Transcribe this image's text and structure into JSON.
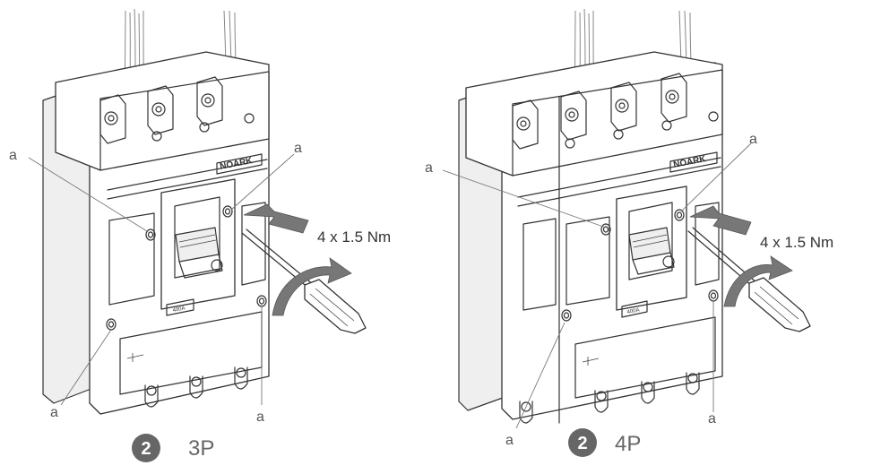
{
  "colors": {
    "line": "#333333",
    "arrow_fill": "#777777",
    "badge_fill": "#666666",
    "label_text": "#555555",
    "background": "#ffffff"
  },
  "breaker_3p": {
    "brand": "NOARK",
    "rating": "400A",
    "torque": "4 x 1.5 Nm",
    "step_number": "2",
    "pole_label": "3P",
    "callouts": [
      "a",
      "a",
      "a",
      "a"
    ]
  },
  "breaker_4p": {
    "brand": "NOARK",
    "rating": "400A",
    "torque": "4 x 1.5 Nm",
    "step_number": "2",
    "pole_label": "4P",
    "callouts": [
      "a",
      "a",
      "a",
      "a"
    ]
  }
}
